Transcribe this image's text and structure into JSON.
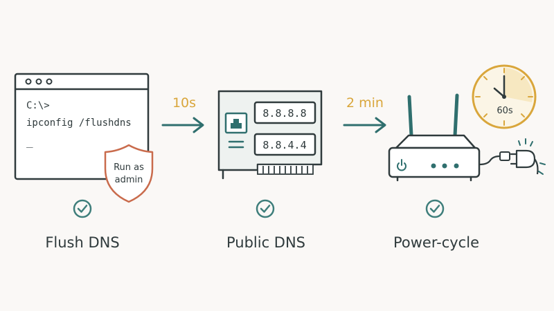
{
  "colors": {
    "ink": "#2f3a3c",
    "teal": "#2f6f6e",
    "check": "#3e7e7b",
    "amber": "#d9a63b",
    "shield": "#c96b4c",
    "paper": "#faf8f6",
    "card": "#eef2f0"
  },
  "steps": [
    {
      "label": "Flush DNS",
      "terminal": {
        "prompt": "C:\\>",
        "command": "ipconfig /flushdns",
        "cursor": "_"
      },
      "badge": {
        "line1": "Run as",
        "line2": "admin"
      }
    },
    {
      "label": "Public DNS",
      "dns_primary": "8.8.8.8",
      "dns_secondary": "8.8.4.4"
    },
    {
      "label": "Power-cycle",
      "timer": "60s"
    }
  ],
  "arrows": [
    {
      "label": "10s"
    },
    {
      "label": "2 min"
    }
  ]
}
